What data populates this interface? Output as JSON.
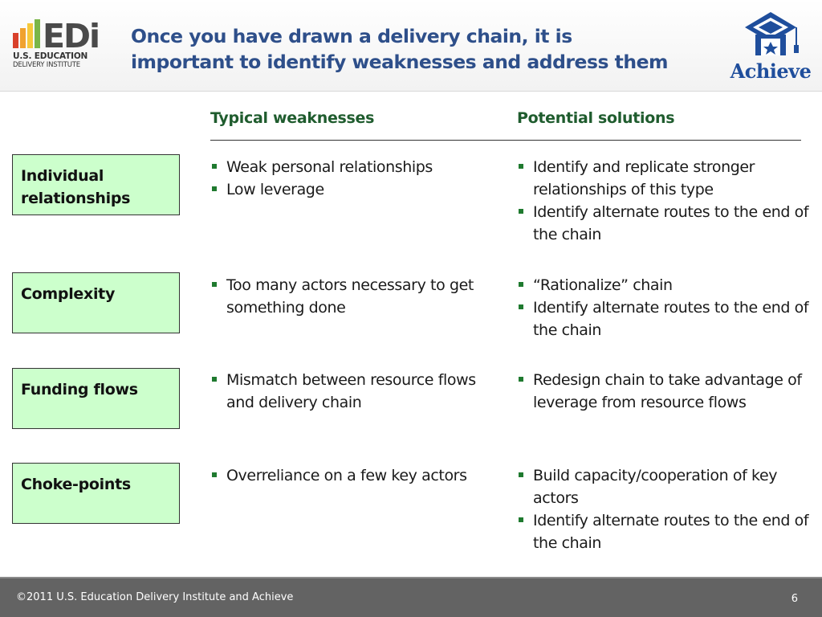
{
  "header": {
    "edi_logo": {
      "wordmark": "EDi",
      "line1": "U.S. EDUCATION",
      "line2": "DELIVERY INSTITUTE",
      "bar_colors": [
        "#d9412b",
        "#f0a22e",
        "#f6c93b",
        "#7ab648"
      ],
      "wordmark_color": "#4a4a4a"
    },
    "title_line1": "Once you have drawn a delivery chain, it is",
    "title_line2": "important to identify weaknesses and address them",
    "achieve_logo": {
      "wordmark": "Achieve",
      "color": "#1f4e9c",
      "icon": "graduation-cap-house-icon"
    }
  },
  "columns": {
    "weaknesses_header": "Typical weaknesses",
    "solutions_header": "Potential solutions"
  },
  "rows": [
    {
      "category": "Individual relationships",
      "weaknesses": [
        "Weak personal relationships",
        "Low leverage"
      ],
      "solutions": [
        "Identify and replicate stronger relationships of this type",
        "Identify alternate routes to the end of the chain"
      ]
    },
    {
      "category": "Complexity",
      "weaknesses": [
        "Too many actors necessary to get something done"
      ],
      "solutions": [
        "“Rationalize” chain",
        "Identify alternate routes to the end of the chain"
      ]
    },
    {
      "category": "Funding flows",
      "weaknesses": [
        "Mismatch between resource flows and delivery chain"
      ],
      "solutions": [
        "Redesign chain to take advantage of leverage from resource flows"
      ]
    },
    {
      "category": "Choke-points",
      "weaknesses": [
        "Overreliance on a few key actors"
      ],
      "solutions": [
        "Build capacity/cooperation of key actors",
        "Identify alternate routes to the end of the chain"
      ]
    }
  ],
  "footer": {
    "copyright": "©2011 U.S. Education Delivery Institute and Achieve",
    "page_number": "6"
  },
  "colors": {
    "title": "#2e4f8a",
    "column_header": "#1f5c2e",
    "category_box_fill": "#ccffcc",
    "bullet": "#1f7a2f",
    "footer_bg": "#636363"
  }
}
